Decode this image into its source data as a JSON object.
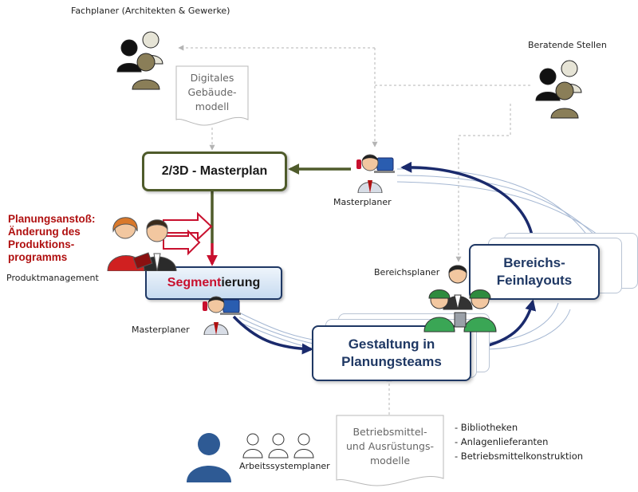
{
  "labels": {
    "fachplaner": "Fachplaner (Architekten & Gewerke)",
    "beratende": "Beratende Stellen",
    "masterplaner_top": "Masterplaner",
    "masterplaner_bottom": "Masterplaner",
    "bereichsplaner": "Bereichsplaner",
    "produktmanagement": "Produktmanagement",
    "arbeitssystemplaner": "Arbeitssystemplaner"
  },
  "documents": {
    "gebaeudemodell": "Digitales\nGebäude-\nmodell",
    "betriebsmittel": "Betriebsmittel-\nund Ausrüstungs-\nmodelle"
  },
  "boxes": {
    "masterplan": "2/3D - Masterplan",
    "segment_red": "Segment",
    "segment_rest": "ierung",
    "gestaltung_line1": "Gestaltung in",
    "gestaltung_line2": "Planungsteams",
    "bereichs_line1": "Bereichs-",
    "bereichs_line2": "Feinlayouts"
  },
  "anstoss": {
    "line1": "Planungsanstoß:",
    "line2": "Änderung des",
    "line3": "Produktions-",
    "line4": "programms"
  },
  "list": {
    "items": [
      "- Bibliotheken",
      "- Anlagenlieferanten",
      "- Betriebsmittelkonstruktion"
    ]
  },
  "colors": {
    "green_box": "#4f5b2b",
    "navy_box": "#1f3864",
    "red_text": "#b01010",
    "dark_arrow": "#1a2a6c"
  },
  "icons": {
    "people_group": "people-group-icon",
    "planner": "planner-phone-icon",
    "worker": "worker-icon",
    "person": "person-icon"
  }
}
